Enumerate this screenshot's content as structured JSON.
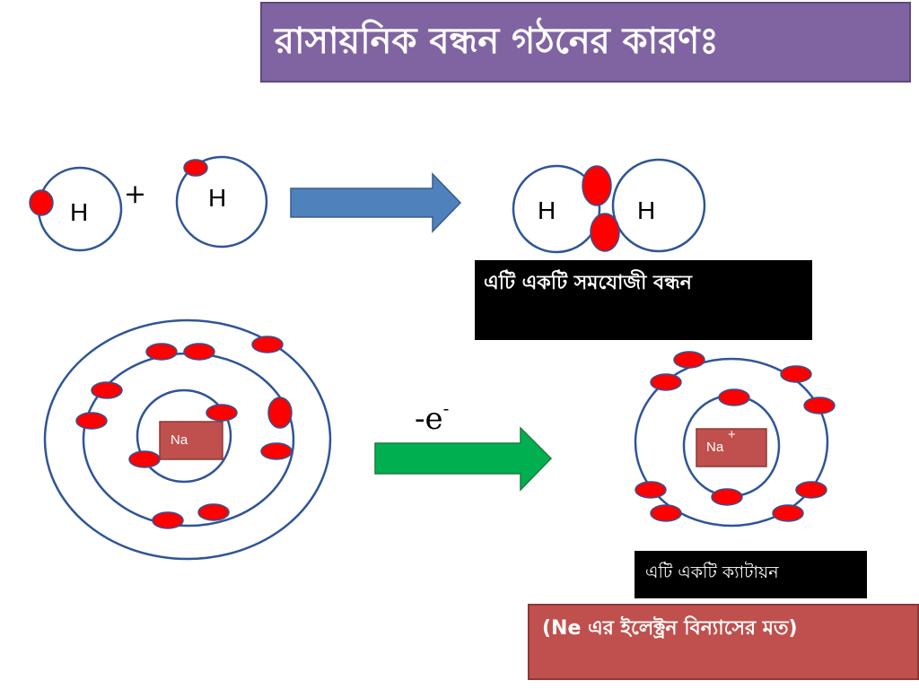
{
  "title": "রাসায়নিক বন্ধন গঠনের কারণঃ",
  "hydrogen": {
    "atom_label": "H",
    "plus_sign": "+"
  },
  "sodium": {
    "atom_label": "Na",
    "ion_charge": "+",
    "electron_loss": "-e",
    "electron_loss_sup": "-"
  },
  "captions": {
    "covalent": "এটি একটি সমযোজী বন্ধন",
    "cation": "এটি একটি ক্যাটায়ন",
    "neon_config": "(Ne  এর  ইলেক্ট্রন বিন্যাসের মত)"
  },
  "colors": {
    "title_bg": "#8064a2",
    "orbit_stroke": "#2f5597",
    "electron": "#ff0000",
    "h_arrow": "#4f81bd",
    "na_arrow": "#00b050",
    "nucleus_box": "#c0504d",
    "caption_bg": "#000000",
    "neon_box_bg": "#c0504d"
  },
  "icons": [
    "right-arrow-icon"
  ]
}
